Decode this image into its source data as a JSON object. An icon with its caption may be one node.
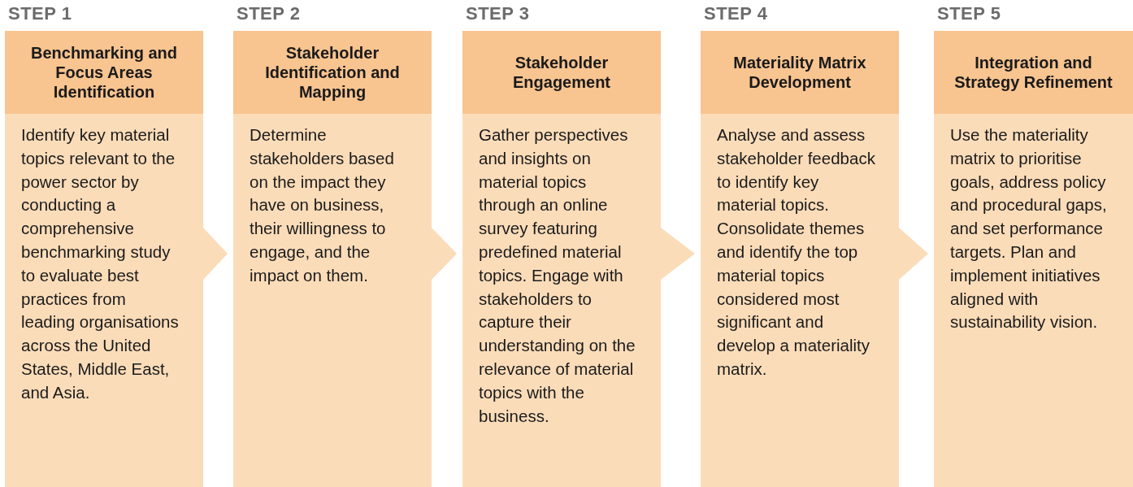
{
  "diagram": {
    "nodes": [
      {
        "text": [
          "STEP 1",
          "Benchmarking and Focus Areas Identification",
          "Identify key material topics relevant to the power sector by conducting a comprehensive benchmarking study to evaluate best practices from leading organisations across the United States, Middle East, and Asia."
        ]
      },
      {
        "text": [
          "STEP 2",
          "Stakeholder Identification and Mapping",
          "Determine stakeholders based on the impact they have on business, their willingness to engage, and the impact on them."
        ]
      },
      {
        "text": [
          "STEP 3",
          "Stakeholder Engagement",
          "Gather perspectives and insights on material topics through an online survey featuring predefined material topics. Engage with stakeholders to capture their understanding on the relevance of material topics with the business."
        ]
      },
      {
        "text": [
          "STEP 4",
          "Materiality Matrix Development",
          "Analyse and assess stakeholder feedback to identify key material topics. Consolidate themes and identify the top material topics considered most significant and develop a materiality matrix."
        ]
      },
      {
        "text": [
          "STEP 5",
          "Integration and Strategy Refinement",
          "Use the materiality matrix to prioritise goals, address policy and procedural gaps, and set performance targets. Plan and implement initiatives aligned with sustainability vision."
        ]
      }
    ],
    "edges": [
      {
        "from": 0,
        "to": 1,
        "arrow": "to"
      },
      {
        "from": 1,
        "to": 2,
        "arrow": "to"
      },
      {
        "from": 2,
        "to": 3,
        "arrow": "to"
      },
      {
        "from": 3,
        "to": 4,
        "arrow": "to"
      }
    ]
  }
}
